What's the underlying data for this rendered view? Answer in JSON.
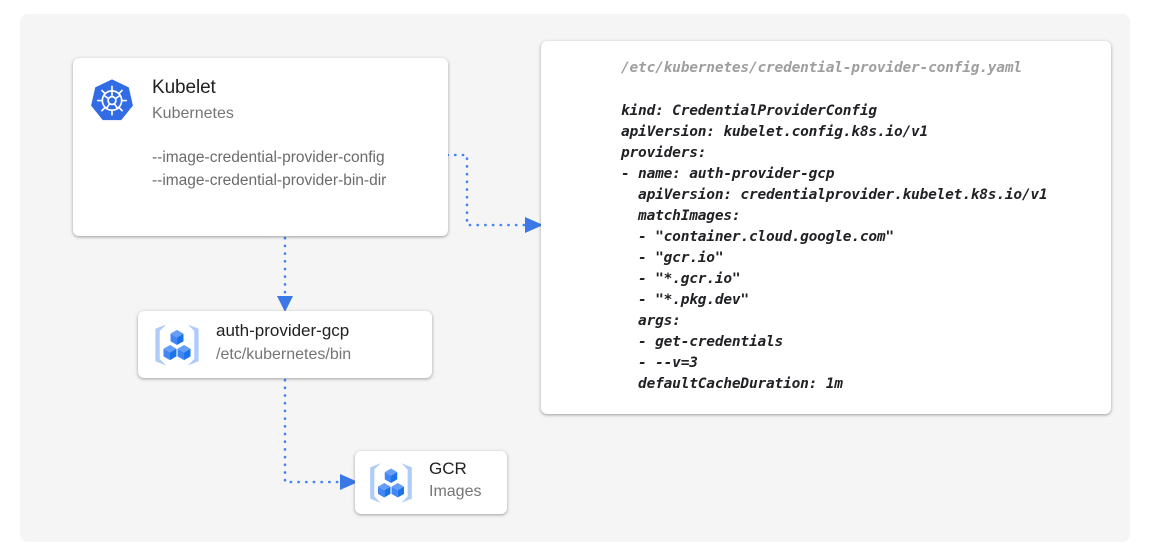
{
  "canvas": {
    "background_color": "#f5f5f5",
    "page_background_color": "#ffffff"
  },
  "colors": {
    "kubernetes_blue": "#326ce5",
    "connector_blue": "#4285f4",
    "gcp_icon_blue": "#4285f4",
    "gcp_icon_light_blue": "#aecbfa",
    "title_text": "#212121",
    "subtitle_text": "#757575",
    "yaml_filename_text": "#9e9e9e",
    "yaml_body_text": "#202124",
    "card_background": "#ffffff"
  },
  "nodes": {
    "kubelet": {
      "icon": "kubernetes-logo-icon",
      "title": "Kubelet",
      "subtitle": "Kubernetes",
      "flags": [
        "--image-credential-provider-config",
        "--image-credential-provider-bin-dir"
      ]
    },
    "auth_provider": {
      "icon": "gcp-container-registry-icon",
      "title": "auth-provider-gcp",
      "subtitle": "/etc/kubernetes/bin"
    },
    "gcr": {
      "icon": "gcp-container-registry-icon",
      "title": "GCR",
      "subtitle": "Images"
    }
  },
  "yaml_panel": {
    "filename": "/etc/kubernetes/credential-provider-config.yaml",
    "lines": [
      "kind: CredentialProviderConfig",
      "apiVersion: kubelet.config.k8s.io/v1",
      "providers:",
      "- name: auth-provider-gcp",
      "  apiVersion: credentialprovider.kubelet.k8s.io/v1",
      "  matchImages:",
      "  - \"container.cloud.google.com\"",
      "  - \"gcr.io\"",
      "  - \"*.gcr.io\"",
      "  - \"*.pkg.dev\"",
      "  args:",
      "  - get-credentials",
      "  - --v=3",
      "  defaultCacheDuration: 1m"
    ]
  },
  "connectors": [
    {
      "name": "kubelet-to-yaml-config",
      "from": "kubelet",
      "to": "yaml_panel",
      "style": "dotted",
      "arrowhead": "right"
    },
    {
      "name": "kubelet-to-auth-provider",
      "from": "kubelet",
      "to": "auth_provider",
      "style": "dotted",
      "arrowhead": "down"
    },
    {
      "name": "auth-provider-to-gcr",
      "from": "auth_provider",
      "to": "gcr",
      "style": "dotted",
      "arrowhead": "right"
    }
  ]
}
